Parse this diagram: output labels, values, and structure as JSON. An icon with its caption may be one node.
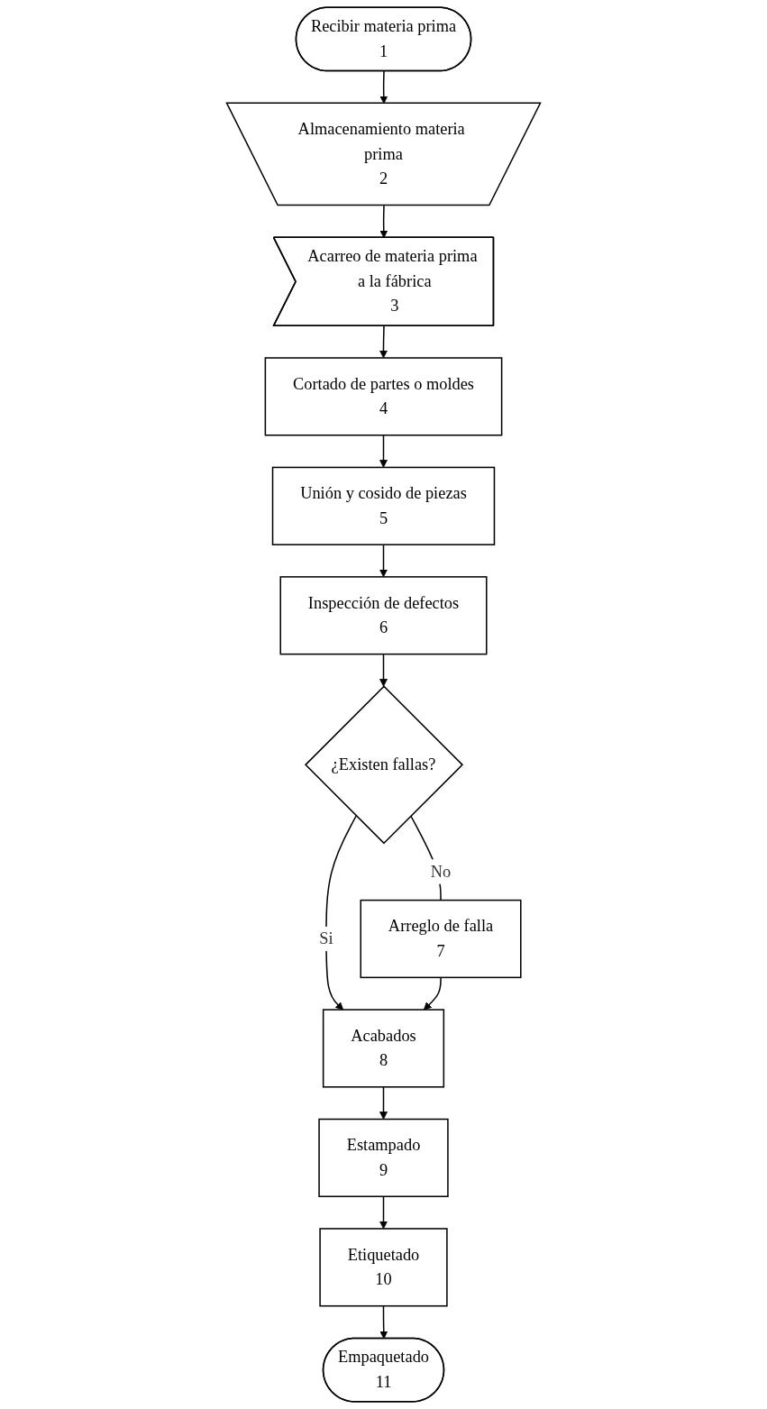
{
  "diagram": {
    "nodes": [
      {
        "text": [
          "Recibir materia prima",
          "1"
        ]
      },
      {
        "text": [
          "Almacenamiento materia prima",
          "2"
        ]
      },
      {
        "text": [
          "Acarreo de materia prima a la fábrica",
          "3"
        ]
      },
      {
        "text": [
          "Cortado de partes o moldes",
          "4"
        ]
      },
      {
        "text": [
          "Unión y cosido de piezas",
          "5"
        ]
      },
      {
        "text": [
          "Inspección de defectos",
          "6"
        ]
      },
      {
        "text": [
          "¿Existen fallas?"
        ]
      },
      {
        "text": [
          "Arreglo de falla",
          "7"
        ]
      },
      {
        "text": [
          "Acabados",
          "8"
        ]
      },
      {
        "text": [
          "Estampado",
          "9"
        ]
      },
      {
        "text": [
          "Etiquetado",
          "10"
        ]
      },
      {
        "text": [
          "Empaquetado",
          "11"
        ]
      }
    ],
    "edges": [
      {
        "from": 0,
        "to": 1,
        "arrow": "to"
      },
      {
        "from": 1,
        "to": 2,
        "arrow": "to"
      },
      {
        "from": 2,
        "to": 3,
        "arrow": "to"
      },
      {
        "from": 3,
        "to": 4,
        "arrow": "to"
      },
      {
        "from": 4,
        "to": 5,
        "arrow": "to"
      },
      {
        "from": 5,
        "to": 6,
        "arrow": "to"
      },
      {
        "from": 6,
        "to": 8,
        "label": "Si",
        "arrow": "to"
      },
      {
        "from": 6,
        "to": 7,
        "label": "No",
        "arrow": "none"
      },
      {
        "from": 7,
        "to": 8,
        "arrow": "to"
      },
      {
        "from": 8,
        "to": 9,
        "arrow": "to"
      },
      {
        "from": 9,
        "to": 10,
        "arrow": "to"
      },
      {
        "from": 10,
        "to": 11,
        "arrow": "to"
      }
    ]
  }
}
